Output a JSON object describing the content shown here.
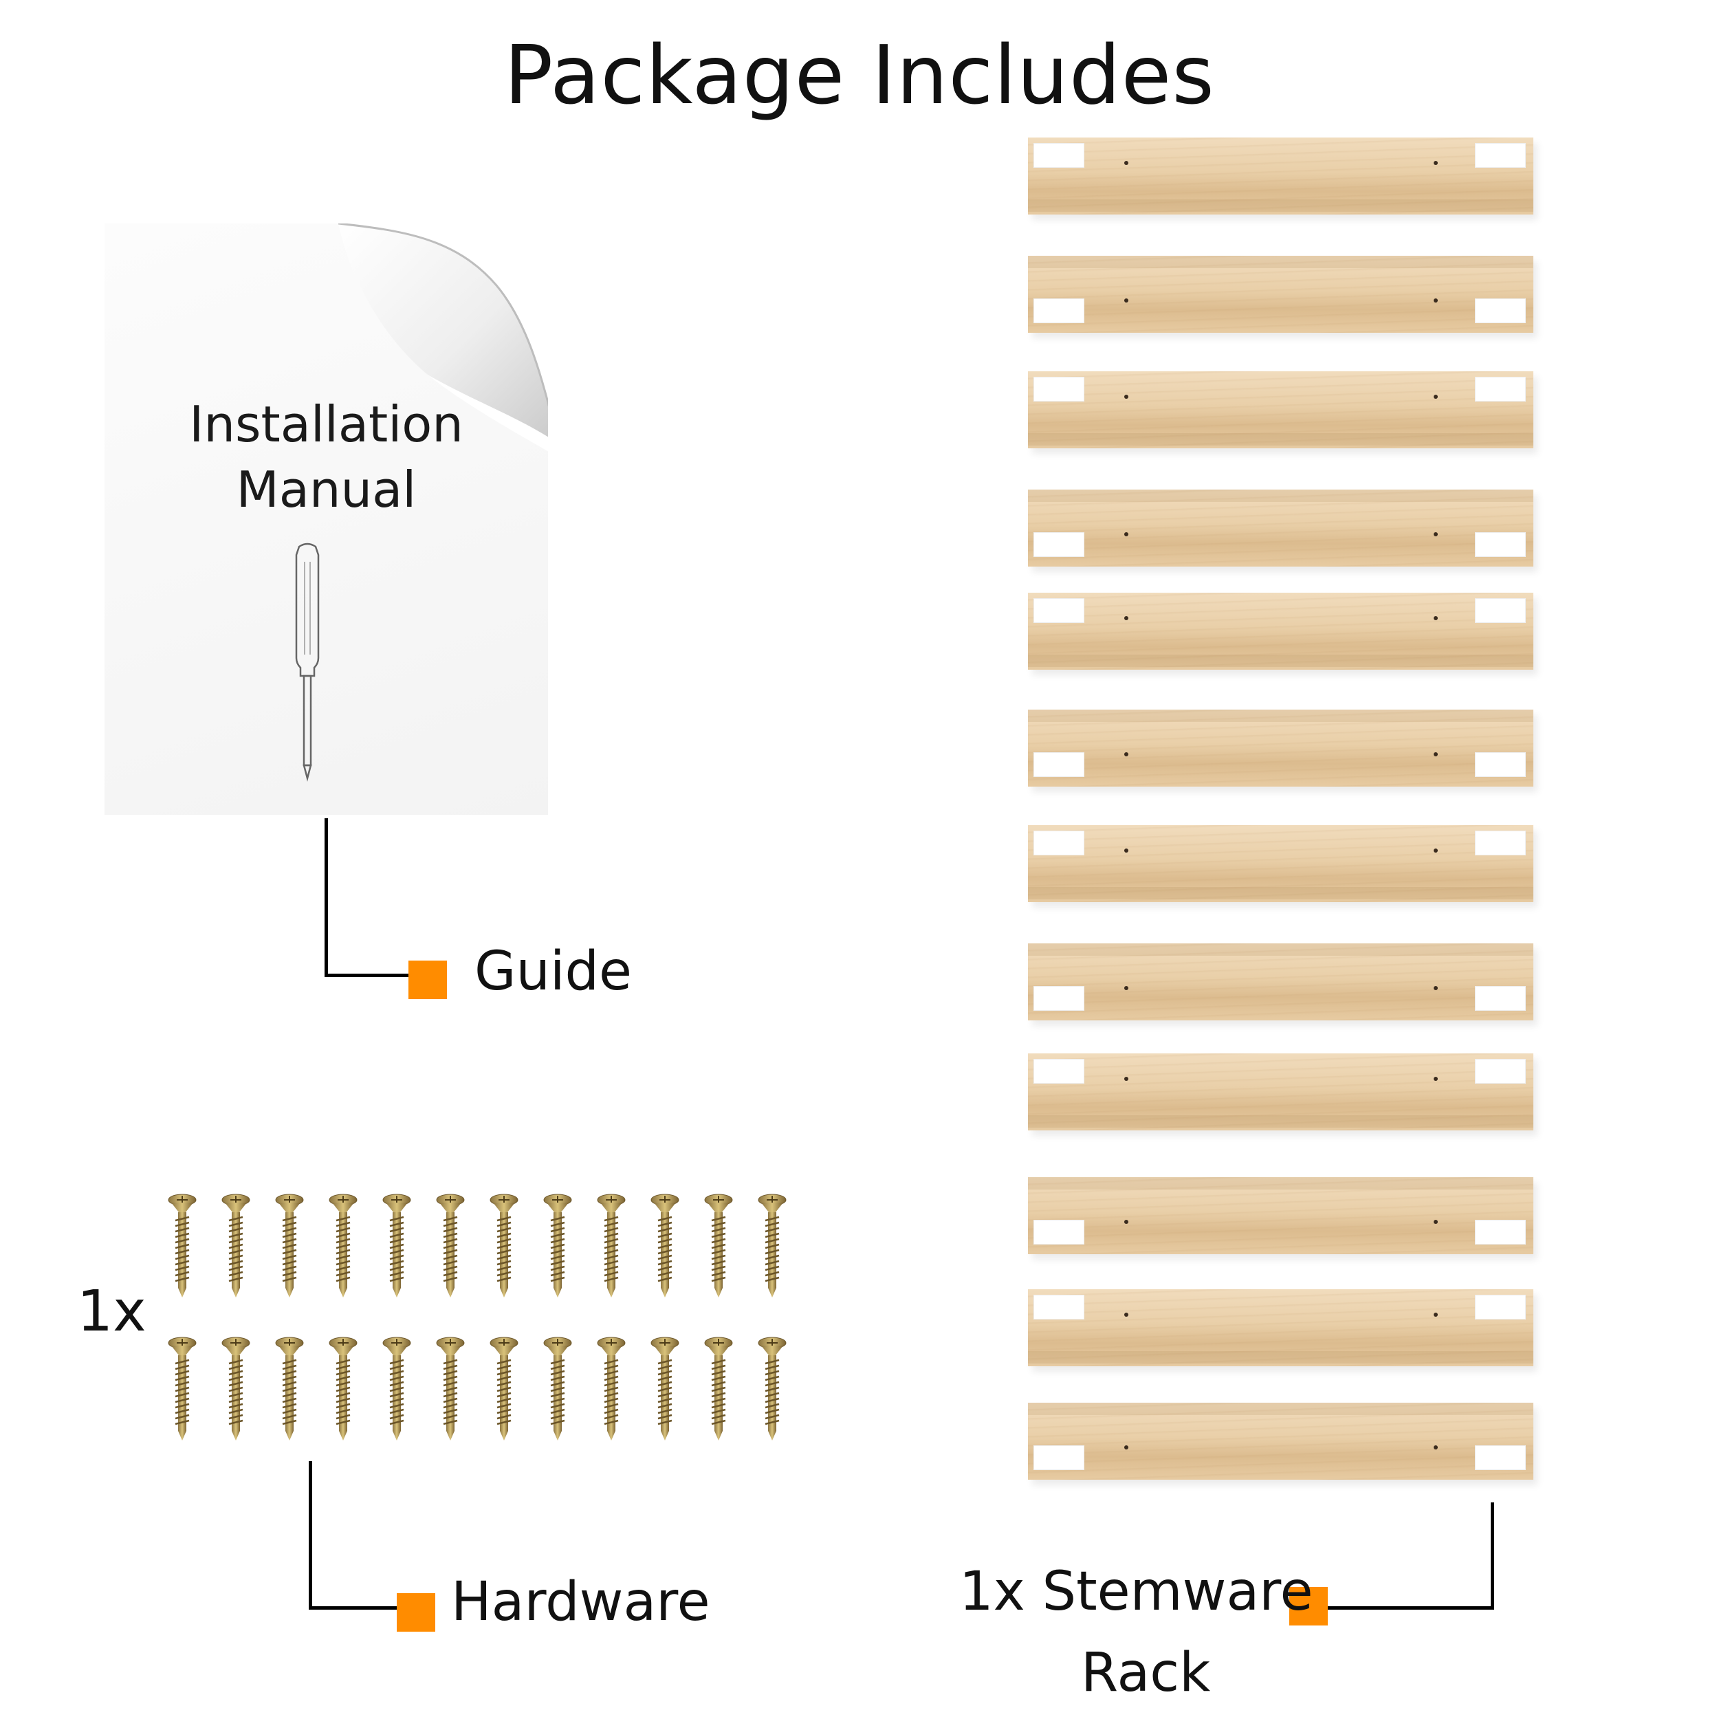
{
  "title": "Package Includes",
  "manual": {
    "line1": "Installation",
    "line2": "Manual"
  },
  "labels": {
    "guide": "Guide",
    "hardware_qty": "1x",
    "hardware": "Hardware",
    "rack_line1": "1x Stemware",
    "rack_line2": "Rack"
  },
  "colors": {
    "marker": "#ff8c00",
    "wood": "#e9cfa8"
  },
  "icons": {
    "manual": "document-page-curl-icon",
    "screwdriver": "screwdriver-icon",
    "screw": "wood-screw-icon",
    "shelf": "wooden-shelf-bar-icon"
  },
  "counts": {
    "shelves": 12,
    "screws": 24
  }
}
